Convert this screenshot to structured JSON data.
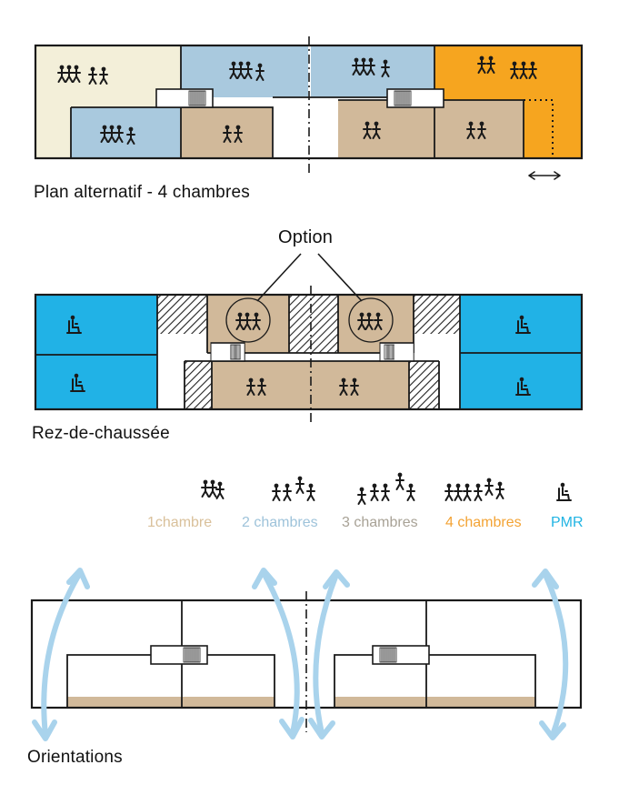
{
  "captions": {
    "plan_alternatif": "Plan alternatif - 4 chambres",
    "option": "Option",
    "rez_de_chaussee": "Rez-de-chaussée",
    "orientations": "Orientations"
  },
  "legend": [
    {
      "label": "1chambre",
      "color": "#d9c09a",
      "icon": "one-person-icon"
    },
    {
      "label": "2 chambres",
      "color": "#9ec3da",
      "icon": "two-persons-icon"
    },
    {
      "label": "3 chambres",
      "color": "#a8a296",
      "icon": "three-persons-icon"
    },
    {
      "label": "4 chambres",
      "color": "#f3a334",
      "icon": "four-persons-icon"
    },
    {
      "label": "PMR",
      "color": "#21b4e3",
      "icon": "wheelchair-icon"
    }
  ],
  "colors": {
    "cream": "#f3efd9",
    "blue": "#a9c9de",
    "tan": "#d1b99a",
    "orange": "#f6a51f",
    "cyan": "#21b2e6",
    "arrow": "#a9d3ec",
    "outline": "#1a1a1a"
  }
}
